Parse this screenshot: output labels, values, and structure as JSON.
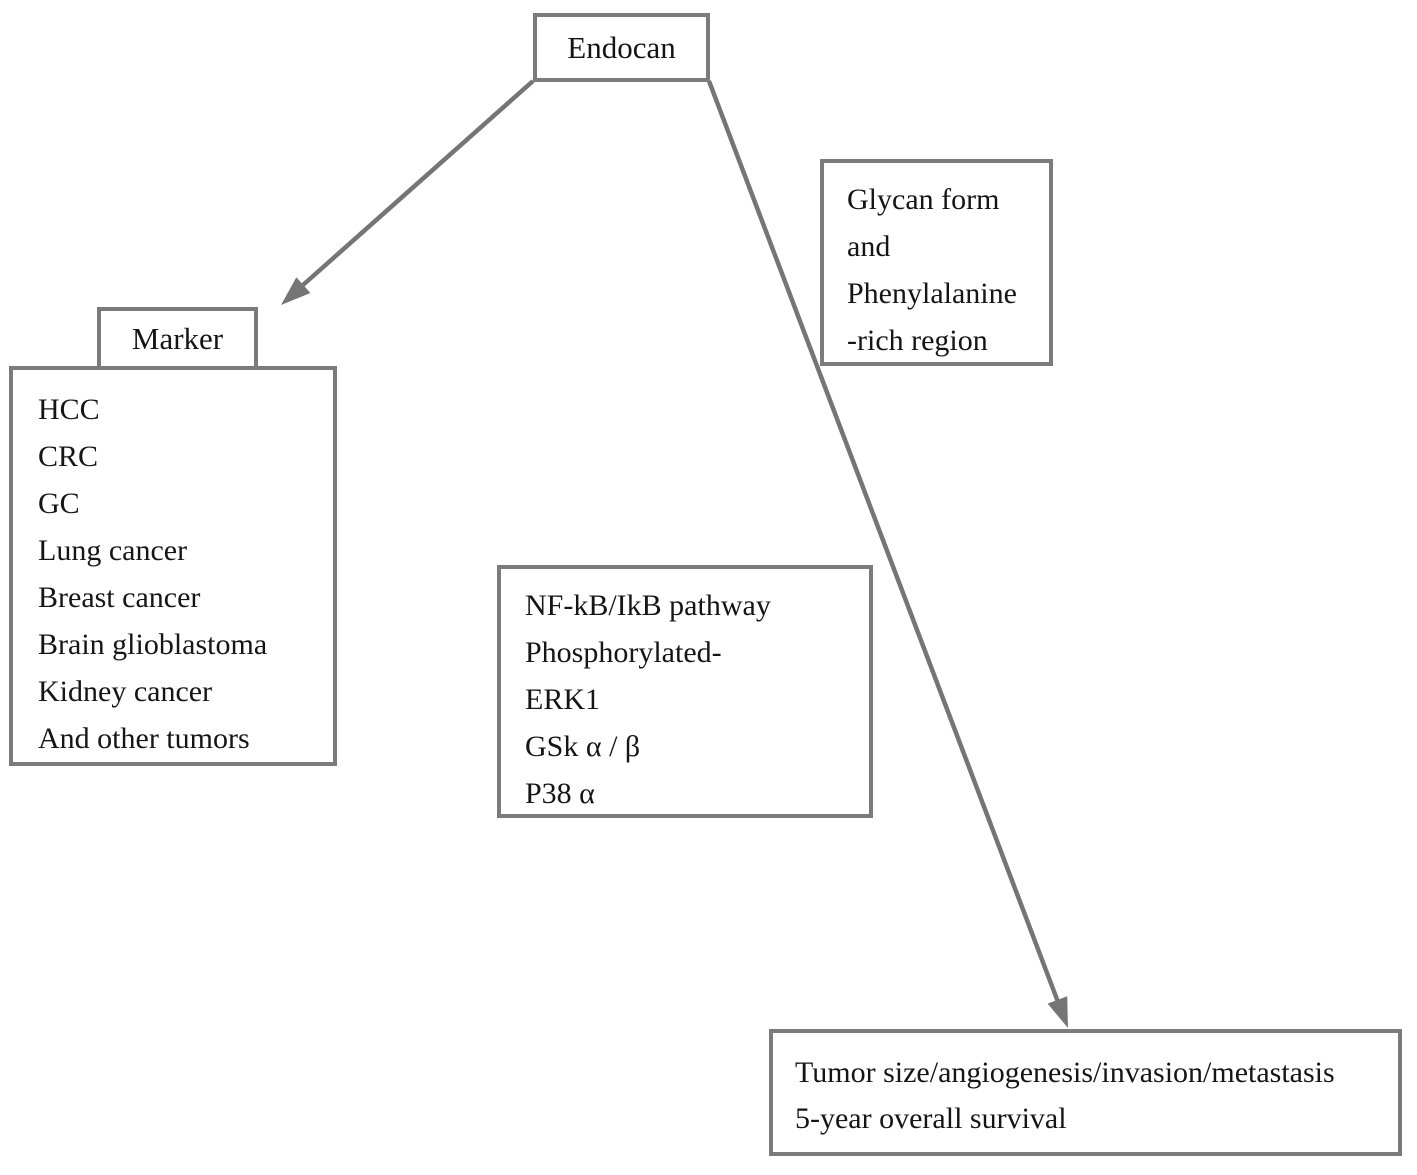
{
  "colors": {
    "border": "#7b7b7b",
    "arrow": "#757575",
    "text": "#151515",
    "background": "#ffffff"
  },
  "boxes": {
    "endocan": {
      "label": "Endocan"
    },
    "marker": {
      "label": "Marker"
    },
    "tumor_list": {
      "lines": [
        "HCC",
        "CRC",
        "GC",
        "Lung cancer",
        "Breast cancer",
        "Brain glioblastoma",
        "Kidney cancer",
        "And other tumors"
      ]
    },
    "glycan": {
      "lines": [
        "Glycan form",
        "and",
        "Phenylalanine",
        "-rich region"
      ]
    },
    "pathway": {
      "lines": [
        "NF-kB/IkB pathway",
        "Phosphorylated-",
        "ERK1",
        "GSk α / β",
        "P38 α"
      ]
    },
    "outcome": {
      "lines": [
        "Tumor size/angiogenesis/invasion/metastasis",
        "5-year overall survival"
      ]
    }
  },
  "arrows": [
    {
      "name": "endocan-to-marker"
    },
    {
      "name": "endocan-to-outcome"
    }
  ]
}
